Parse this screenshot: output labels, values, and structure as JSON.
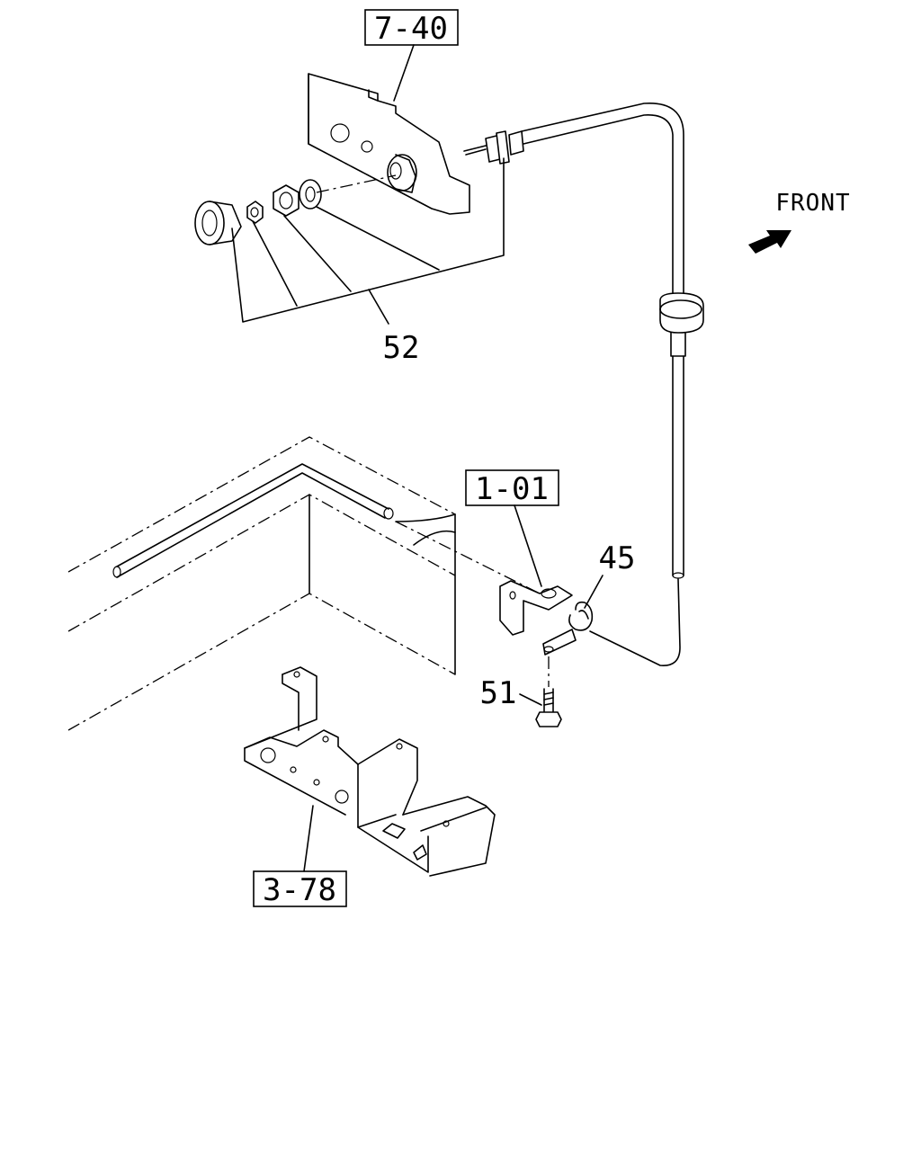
{
  "references": {
    "ref_7_40": "7-40",
    "ref_1_01": "1-01",
    "ref_3_78": "3-78"
  },
  "part_numbers": {
    "p52": "52",
    "p45": "45",
    "p51": "51"
  },
  "direction": {
    "label": "FRONT",
    "icon": "arrow-icon"
  },
  "colors": {
    "line": "#000000",
    "background": "#ffffff"
  }
}
